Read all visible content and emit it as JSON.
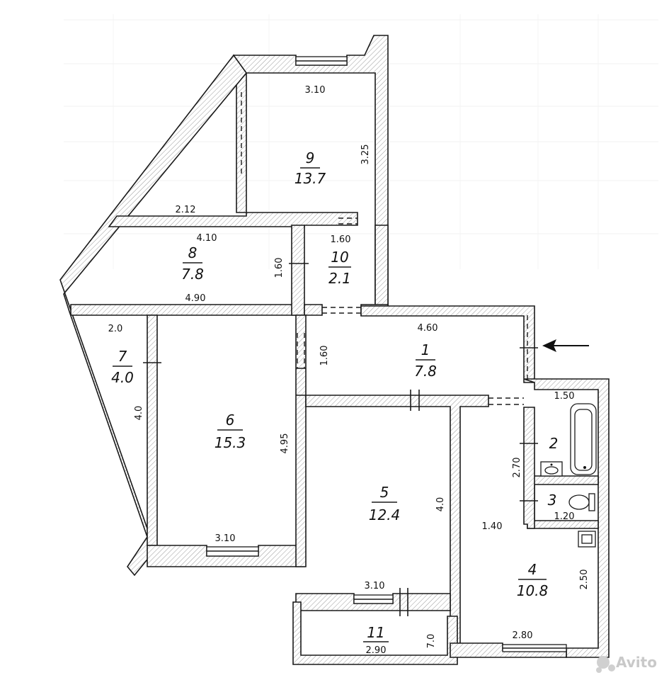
{
  "rooms": [
    {
      "number": "1",
      "area": "7.8"
    },
    {
      "number": "2",
      "area": ""
    },
    {
      "number": "3",
      "area": ""
    },
    {
      "number": "4",
      "area": "10.8"
    },
    {
      "number": "5",
      "area": "12.4"
    },
    {
      "number": "6",
      "area": "15.3"
    },
    {
      "number": "7",
      "area": "4.0"
    },
    {
      "number": "8",
      "area": "7.8"
    },
    {
      "number": "9",
      "area": "13.7"
    },
    {
      "number": "10",
      "area": "2.1"
    },
    {
      "number": "11",
      "area": ""
    }
  ],
  "dimensions": {
    "r9_top": "3.10",
    "r9_side": "3.25",
    "r9_left": "2.12",
    "r8_top": "4.10",
    "r8_bottom": "4.90",
    "r8_side": "1.60",
    "r10_top": "1.60",
    "r1_top": "4.60",
    "r1_side": "1.60",
    "r7_top": "2.0",
    "r7_side": "4.0",
    "r6_side": "4.95",
    "r6_bottom": "3.10",
    "r5_side": "4.0",
    "r5_bottom": "3.10",
    "r2_top": "1.50",
    "r2_side": "2.70",
    "r3_bottom": "1.20",
    "r4_left": "1.40",
    "r4_right": "2.50",
    "r4_bottom": "2.80",
    "r11_bottom": "2.90",
    "r11_side": "7.0"
  },
  "watermark": {
    "brand": "Avito"
  },
  "colors": {
    "wall_line": "#1a1a1a",
    "hatch": "#9a9a9a",
    "arrow": "#111111"
  }
}
